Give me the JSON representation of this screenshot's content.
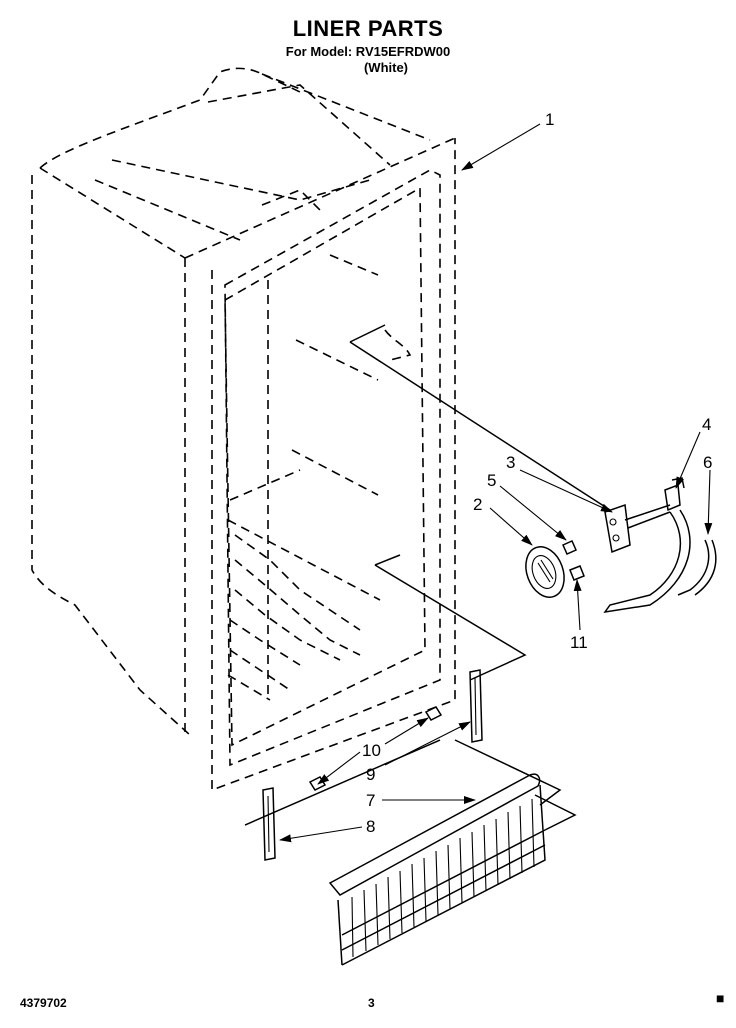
{
  "header": {
    "title": "LINER PARTS",
    "model_line": "For Model: RV15EFRDW00",
    "color_line": "(White)"
  },
  "callouts": [
    {
      "id": "1",
      "label": "1"
    },
    {
      "id": "2",
      "label": "2"
    },
    {
      "id": "3",
      "label": "3"
    },
    {
      "id": "4",
      "label": "4"
    },
    {
      "id": "5",
      "label": "5"
    },
    {
      "id": "6",
      "label": "6"
    },
    {
      "id": "7",
      "label": "7"
    },
    {
      "id": "8",
      "label": "8"
    },
    {
      "id": "9",
      "label": "9"
    },
    {
      "id": "10",
      "label": "10"
    },
    {
      "id": "11",
      "label": "11"
    }
  ],
  "footer": {
    "part_number": "4379702",
    "page_number": "3",
    "mark": "■"
  }
}
